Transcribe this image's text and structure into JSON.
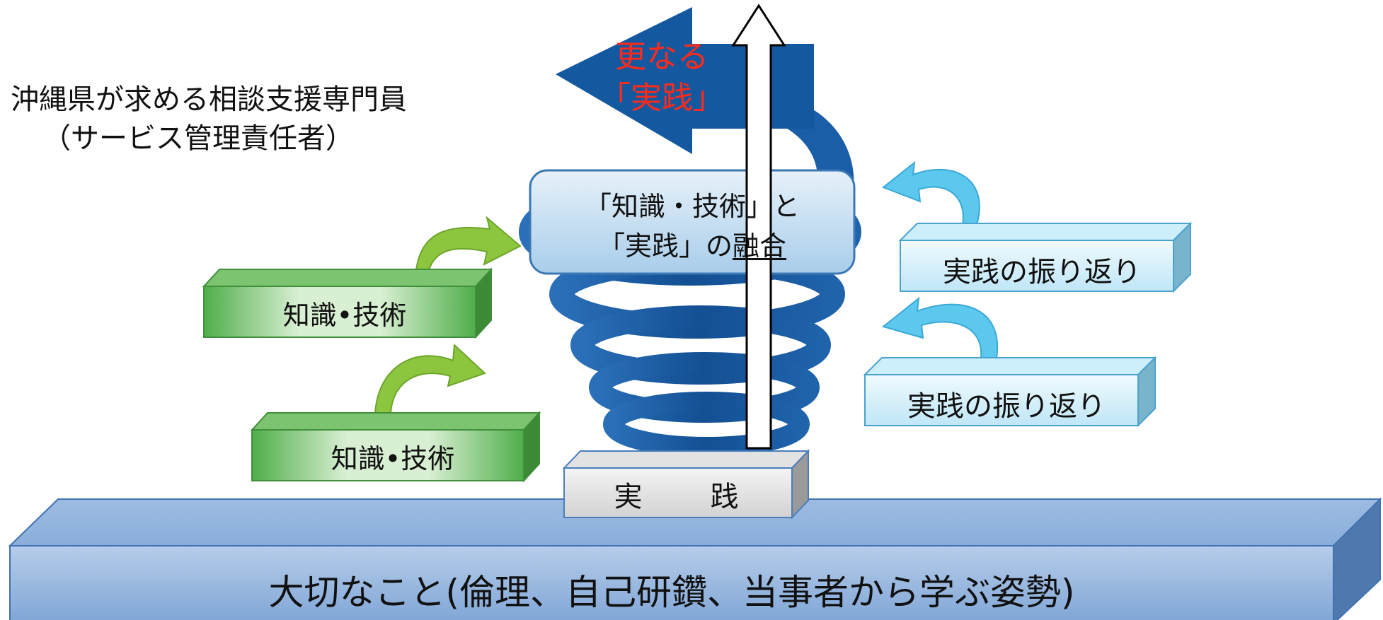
{
  "title": {
    "line1": "沖縄県が求める相談支援専門員",
    "line2": "（サービス管理責任者）"
  },
  "top_label": {
    "line1": "更なる",
    "line2": "「実践」"
  },
  "fusion_box": {
    "line1": "「知識・技術」と",
    "line2_prefix": "「実践」の",
    "line2_underlined": "融合"
  },
  "knowledge_boxes": [
    "知識•技術",
    "知識•技術"
  ],
  "reflection_boxes": [
    "実践の振り返り",
    "実践の振り返り"
  ],
  "practice_box": "実　践",
  "foundation": "大切なこと(倫理、自己研鑽、当事者から学ぶ姿勢)",
  "colors": {
    "spiral": "#1f5fa6",
    "spiral_dark": "#0f3f7a",
    "top_text": "#ff2a1a",
    "green_arrow": "#8cc63f",
    "cyan_arrow": "#5cc8ee",
    "base_front": "#8fb1dc",
    "base_top": "#a8c4e6",
    "base_side": "#4c76b0",
    "fusion_fill": "#cfe4f5",
    "fusion_border": "#3c78b4"
  },
  "icons": [
    "spiral-icon",
    "up-arrow-icon",
    "left-arrow-icon",
    "curved-arrow-icon"
  ]
}
